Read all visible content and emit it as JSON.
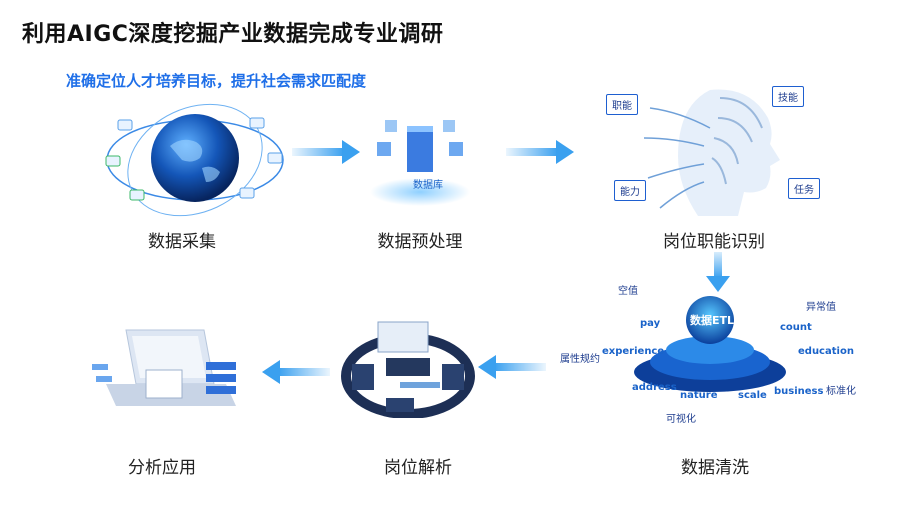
{
  "title": "利用AIGC深度挖掘产业数据完成专业调研",
  "subtitle": "准确定位人才培养目标，提升社会需求匹配度",
  "steps": [
    {
      "label": "数据采集"
    },
    {
      "label": "数据预处理"
    },
    {
      "label": "岗位职能识别"
    },
    {
      "label": "数据清洗"
    },
    {
      "label": "岗位解析"
    },
    {
      "label": "分析应用"
    }
  ],
  "preprocess_box_label": "数据库",
  "face_tags": [
    "职能",
    "技能",
    "能力",
    "任务"
  ],
  "etl": {
    "center": "数据ETL",
    "words": [
      "空值",
      "pay",
      "异常值",
      "count",
      "属性规约",
      "experience",
      "education",
      "address",
      "nature",
      "scale",
      "business",
      "标准化",
      "可视化"
    ]
  },
  "colors": {
    "accent": "#1f6fe8",
    "arrow": "#3aa0ef",
    "dark": "#0b2d6b"
  }
}
